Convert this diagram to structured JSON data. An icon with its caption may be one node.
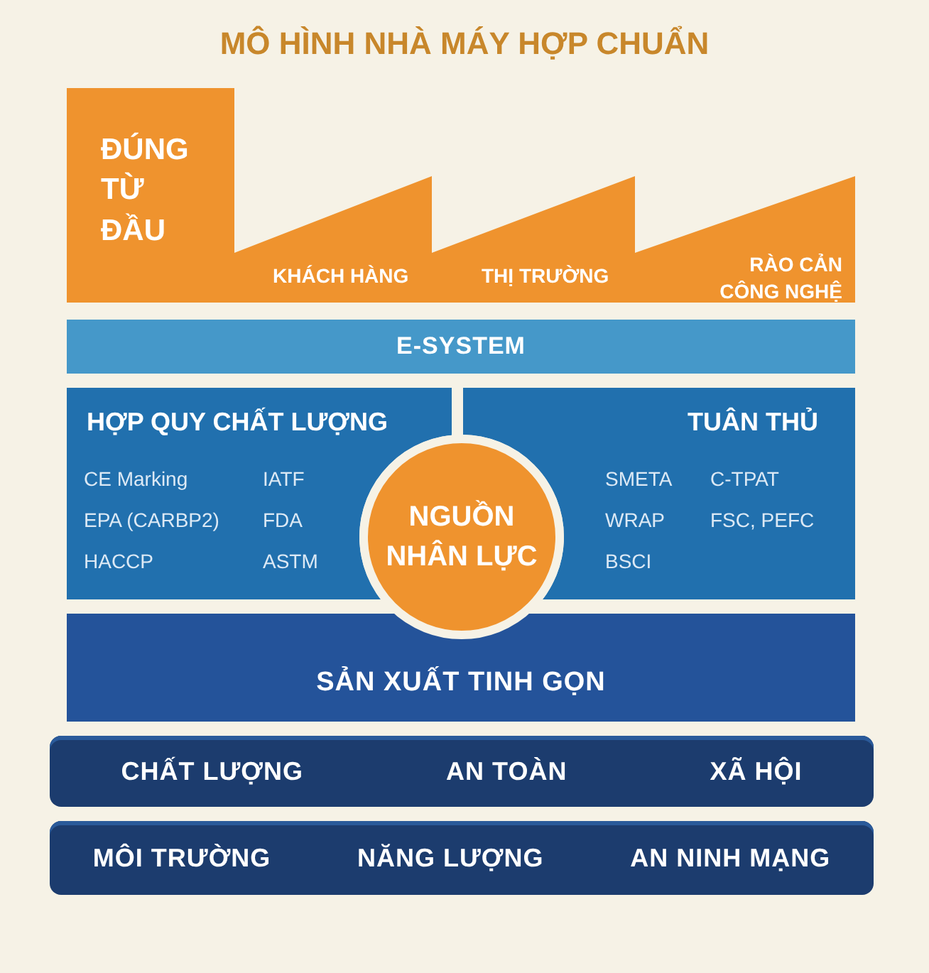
{
  "diagram": {
    "title": "MÔ HÌNH NHÀ MÁY HỢP CHUẨN",
    "nodes": [
      {
        "text": [
          "ĐÚNG TỪ ĐẦU",
          "KHÁCH HÀNG",
          "THỊ TRƯỜNG",
          "RÀO CẢN CÔNG NGHỆ"
        ]
      },
      {
        "text": [
          "E-SYSTEM"
        ]
      },
      {
        "text": [
          "HỢP QUY CHẤT LƯỢNG",
          "CE Marking",
          "IATF",
          "EPA (CARBP2)",
          "FDA",
          "HACCP",
          "ASTM"
        ]
      },
      {
        "text": [
          "TUÂN THỦ",
          "SMETA",
          "C-TPAT",
          "WRAP",
          "FSC, PEFC",
          "BSCI"
        ]
      },
      {
        "text": [
          "NGUỒN NHÂN LỰC"
        ]
      },
      {
        "text": [
          "SẢN XUẤT TINH GỌN"
        ]
      },
      {
        "text": [
          "CHẤT LƯỢNG",
          "AN TOÀN",
          "XÃ HỘI"
        ]
      },
      {
        "text": [
          "MÔI TRƯỜNG",
          "NĂNG LƯỢNG",
          "AN NINH MẠNG"
        ]
      }
    ]
  }
}
